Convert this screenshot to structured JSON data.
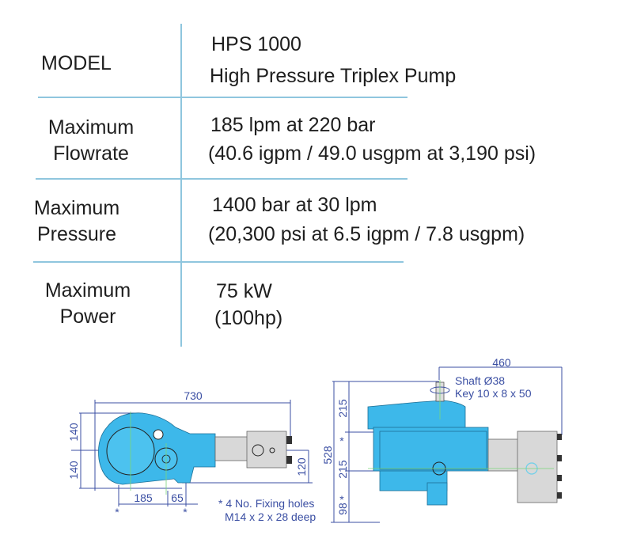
{
  "specs": [
    {
      "label_lines": [
        "MODEL"
      ],
      "value_lines": [
        "HPS 1000",
        "High Pressure Triplex Pump"
      ]
    },
    {
      "label_lines": [
        "Maximum",
        "Flowrate"
      ],
      "value_lines": [
        "185 lpm at 220 bar",
        "(40.6 igpm / 49.0 usgpm at 3,190 psi)"
      ]
    },
    {
      "label_lines": [
        "Maximum",
        "Pressure"
      ],
      "value_lines": [
        "1400 bar at 30 lpm",
        "(20,300 psi at 6.5 igpm / 7.8 usgpm)"
      ]
    },
    {
      "label_lines": [
        "Maximum",
        "Power"
      ],
      "value_lines": [
        "75 kW",
        "(100hp)"
      ]
    }
  ],
  "drawing_side": {
    "dims": {
      "length": "730",
      "upper": "140",
      "lower": "140",
      "right": "120",
      "hole_spacing": "185",
      "offset": "65",
      "star": "*"
    },
    "note_lines": [
      "* 4 No. Fixing holes",
      "M14 x 2 x 28 deep"
    ]
  },
  "drawing_top": {
    "dims": {
      "width": "460",
      "total_height": "528",
      "top": "215",
      "middle": "215",
      "bottom": "98",
      "star": "*"
    },
    "shaft_lines": [
      "Shaft Ø38",
      "Key 10 x 8 x 50"
    ]
  },
  "colors": {
    "pump_body": "#3db8ea",
    "dimension": "#3b4fa3",
    "divider": "#8fc6de"
  }
}
